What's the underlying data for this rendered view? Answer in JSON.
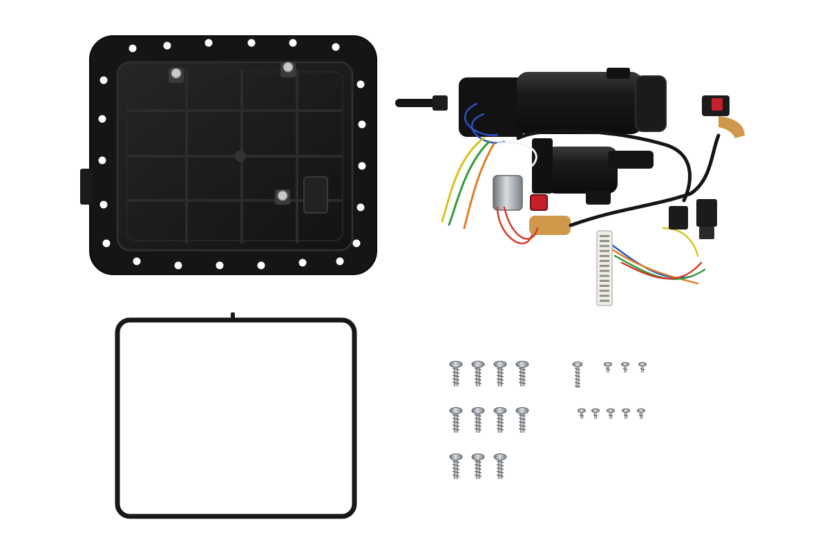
{
  "scene": {
    "background": "#ffffff",
    "subject": "vehicle-part-kit-product-photo",
    "items": [
      "reservoir-housing-tray",
      "pump-module-with-wiring-harness",
      "rubber-gasket-seal",
      "large-screws",
      "small-screws"
    ],
    "counts": {
      "large_screws": 11,
      "small_screws": 9
    }
  },
  "colors": {
    "tray": "#141414",
    "tray_inner": "#1e1e1e",
    "tray_rib": "#2a2a2a",
    "bolt_hole": "#ffffff",
    "pump_body": "#151515",
    "connector_red": "#c8202a",
    "connector_amber": "#c8862a",
    "wire_yellow": "#d7c21d",
    "wire_green": "#2f9a3a",
    "wire_red": "#d23a2a",
    "wire_blue": "#2b52c9",
    "wire_orange": "#e07d24",
    "gasket": "#181818",
    "screw_metal": "#9aa0a6",
    "screw_dark": "#5c6166"
  }
}
